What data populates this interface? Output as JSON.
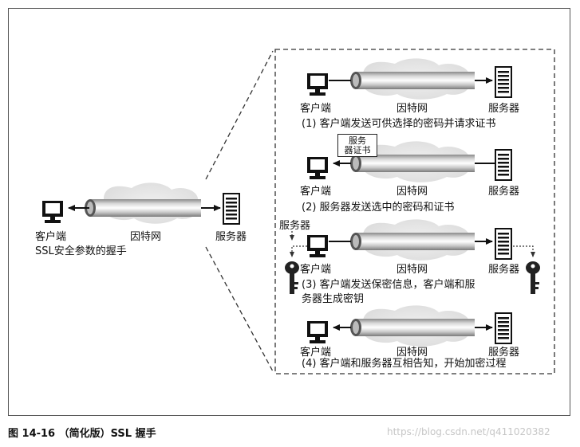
{
  "labels": {
    "client": "客户端",
    "internet": "因特网",
    "server": "服务器"
  },
  "overview": {
    "caption": "SSL安全参数的握手"
  },
  "cert_badge": {
    "line1": "服务",
    "line2": "器证书"
  },
  "steps": [
    {
      "line1": "(1) 客户端发送可供选择的密码并请求证书"
    },
    {
      "line1": "(2) 服务器发送选中的密码和证书"
    },
    {
      "line1": "(3) 客户端发送保密信息，客户端和服",
      "line2": "务器生成密钥"
    },
    {
      "line1": "(4) 客户端和服务器互相告知，开始加密过程"
    }
  ],
  "step3_extra_server_label": "服务器",
  "figure_caption": "图 14-16 （简化版）SSL 握手",
  "watermark": "https://blog.csdn.net/q411020382"
}
